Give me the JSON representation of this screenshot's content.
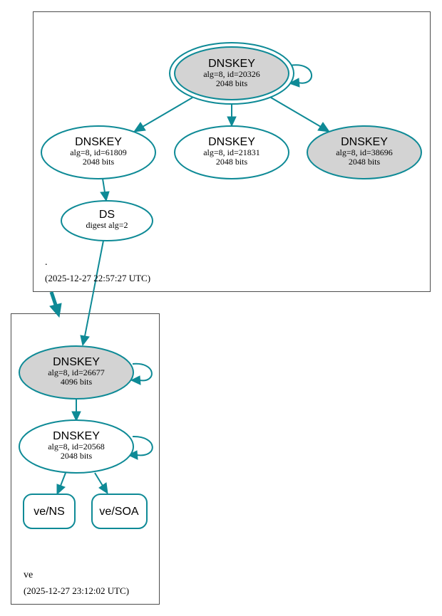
{
  "zones": {
    "root": {
      "name": ".",
      "timestamp": "(2025-12-27 22:57:27 UTC)"
    },
    "ve": {
      "name": "ve",
      "timestamp": "(2025-12-27 23:12:02 UTC)"
    }
  },
  "nodes": {
    "root_ksk": {
      "title": "DNSKEY",
      "line1": "alg=8, id=20326",
      "line2": "2048 bits"
    },
    "root_zsk1": {
      "title": "DNSKEY",
      "line1": "alg=8, id=61809",
      "line2": "2048 bits"
    },
    "root_zsk2": {
      "title": "DNSKEY",
      "line1": "alg=8, id=21831",
      "line2": "2048 bits"
    },
    "root_zsk3": {
      "title": "DNSKEY",
      "line1": "alg=8, id=38696",
      "line2": "2048 bits"
    },
    "ds": {
      "title": "DS",
      "line1": "digest alg=2"
    },
    "ve_ksk": {
      "title": "DNSKEY",
      "line1": "alg=8, id=26677",
      "line2": "4096 bits"
    },
    "ve_zsk": {
      "title": "DNSKEY",
      "line1": "alg=8, id=20568",
      "line2": "2048 bits"
    },
    "ve_ns": {
      "title": "ve/NS"
    },
    "ve_soa": {
      "title": "ve/SOA"
    }
  },
  "colors": {
    "edge": "#0e8a96",
    "trusted_fill": "#d3d3d3",
    "plain_fill": "#ffffff",
    "zone_border": "#4d4d4d"
  }
}
